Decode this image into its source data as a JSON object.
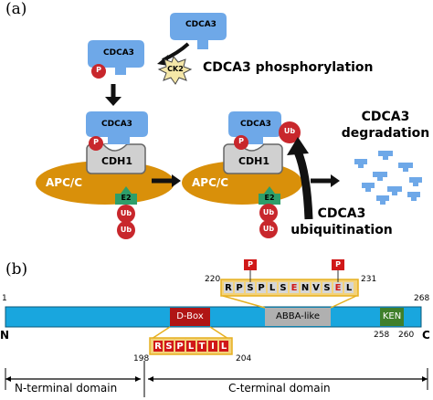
{
  "panel_a": {
    "label": "(a)",
    "cdca3_label": "CDCA3",
    "p_label": "P",
    "ck2_label": "CK2",
    "phosphorylation_text": "CDCA3 phosphorylation",
    "cdh1_label": "CDH1",
    "apc_label": "APC/C",
    "e2_label": "E2",
    "ub_label": "Ub",
    "degradation_line1": "CDCA3",
    "degradation_line2": "degradation",
    "ubiquitination_line1": "CDCA3",
    "ubiquitination_line2": "ubiquitination"
  },
  "panel_b": {
    "label": "(b)",
    "start_pos": "1",
    "end_pos": "268",
    "n_term": "N",
    "c_term": "C",
    "dbox_label": "D-Box",
    "abba_label": "ABBA-like",
    "ken_label": "KEN",
    "abba_start": "220",
    "abba_end": "231",
    "abba_seq": [
      "R",
      "P",
      "S",
      "P",
      "L",
      "S",
      "E",
      "N",
      "V",
      "S",
      "E",
      "L"
    ],
    "abba_phospho_marker": "P",
    "dbox_start": "198",
    "dbox_end": "204",
    "dbox_seq": [
      "R",
      "S",
      "P",
      "L",
      "T",
      "I",
      "L"
    ],
    "ken_start": "258",
    "ken_end": "260",
    "n_domain": "N-terminal domain",
    "c_domain": "C-terminal domain"
  },
  "colors": {
    "cdca3_blue": "#6ea8e8",
    "apc_orange": "#d9900a",
    "cdh1_grey": "#d0d0d0",
    "e2_green": "#2e9e6a",
    "ub_red": "#c8272c",
    "protein_bar": "#19a6de",
    "dbox_red": "#b01515",
    "abba_grey": "#b0b0b0",
    "ken_green": "#3f7f2a",
    "box_gold": "#e6b020"
  }
}
